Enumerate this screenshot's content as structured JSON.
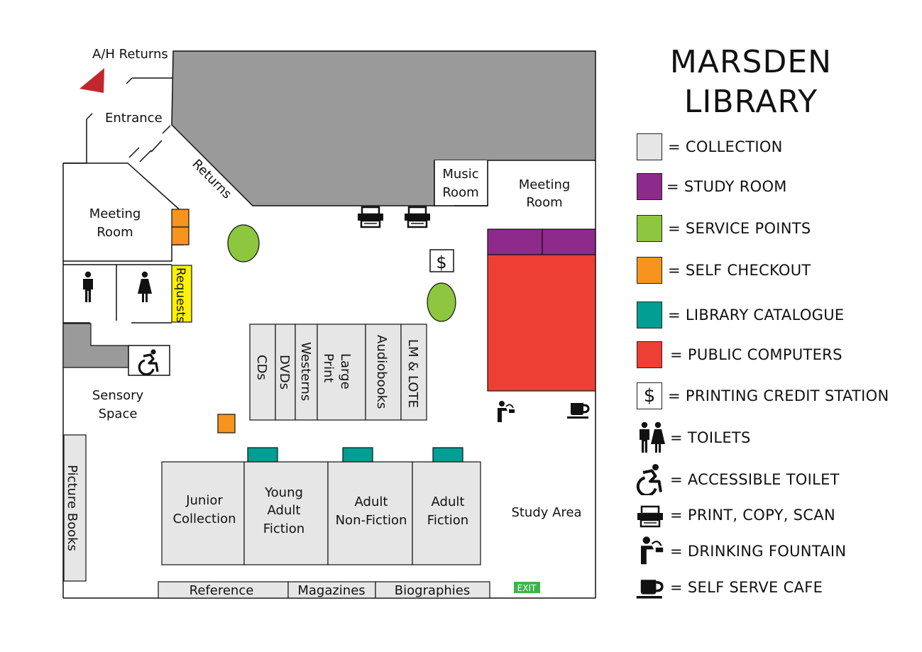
{
  "legend": {
    "title_line1": "MARSDEN",
    "title_line2": "LIBRARY",
    "items": [
      {
        "key": "collection",
        "text": "= COLLECTION",
        "color": "#e6e6e6"
      },
      {
        "key": "study-room",
        "text": "= STUDY ROOM",
        "color": "#8e2a8c"
      },
      {
        "key": "service-points",
        "text": "= SERVICE POINTS",
        "color": "#8dc63f"
      },
      {
        "key": "self-checkout",
        "text": "= SELF CHECKOUT",
        "color": "#f7941d"
      },
      {
        "key": "library-catalogue",
        "text": "= LIBRARY CATALOGUE",
        "color": "#009e93"
      },
      {
        "key": "public-computers",
        "text": "= PUBLIC COMPUTERS",
        "color": "#ee3f35"
      },
      {
        "key": "printing-credit-station",
        "text": "= PRINTING CREDIT STATION",
        "icon": "dollar-icon"
      },
      {
        "key": "toilets",
        "text": "= TOILETS",
        "icon": "toilets-icon"
      },
      {
        "key": "accessible-toilet",
        "text": "= ACCESSIBLE TOILET",
        "icon": "accessible-icon"
      },
      {
        "key": "print-copy-scan",
        "text": "= PRINT, COPY, SCAN",
        "icon": "printer-icon"
      },
      {
        "key": "drinking-fountain",
        "text": "= DRINKING FOUNTAIN",
        "icon": "drinking-fountain-icon"
      },
      {
        "key": "self-serve-cafe",
        "text": "= SELF SERVE CAFE",
        "icon": "coffee-cup-icon"
      }
    ]
  },
  "map": {
    "ah_returns": "A/H Returns",
    "entrance": "Entrance",
    "returns": "Returns",
    "music_room": [
      "Music",
      "Room"
    ],
    "meeting_room_right": [
      "Meeting",
      "Room"
    ],
    "meeting_room_left": [
      "Meeting",
      "Room"
    ],
    "requests": "Requests",
    "sensory_space": [
      "Sensory",
      "Space"
    ],
    "picture_books": "Picture Books",
    "study_area": "Study Area",
    "exit": "EXIT",
    "dollar": "$",
    "shelves_vertical": {
      "cds": "CDs",
      "dvds": "DVDs",
      "westerns": "Westerns",
      "large_print": [
        "Large",
        "Print"
      ],
      "audiobooks": "Audiobooks",
      "lm_lote": "LM & LOTE"
    },
    "collections": {
      "junior": [
        "Junior",
        "Collection"
      ],
      "young_adult": [
        "Young",
        "Adult",
        "Fiction"
      ],
      "adult_nonfiction": [
        "Adult",
        "Non-Fiction"
      ],
      "adult_fiction": [
        "Adult",
        "Fiction"
      ]
    },
    "bottom_shelves": {
      "reference": "Reference",
      "magazines": "Magazines",
      "biographies": "Biographies"
    },
    "colors": {
      "wall_gray": "#9a9a9a",
      "collection": "#e6e6e6",
      "study": "#8e2a8c",
      "service": "#8dc63f",
      "checkout": "#f7941d",
      "catalogue": "#009e93",
      "computers": "#ee3f35",
      "requests": "#fff200",
      "exit": "#39b54a",
      "ah_marker": "#c1272d"
    }
  }
}
